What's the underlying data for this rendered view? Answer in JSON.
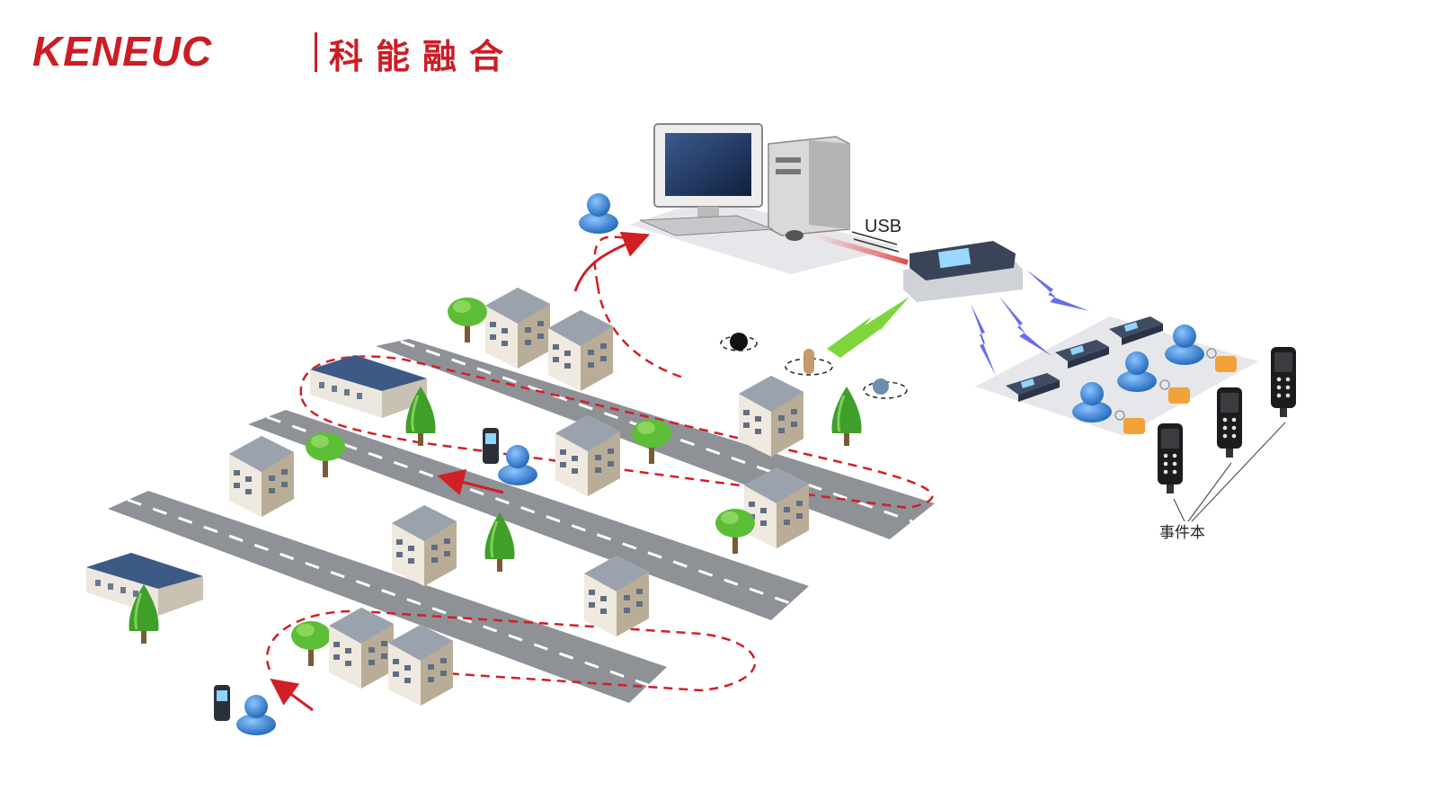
{
  "brand": {
    "name_en": "KENEUC",
    "name_cn": "科能融合",
    "color": "#cc1d24"
  },
  "labels": {
    "usb": "USB",
    "event_book": "事件本"
  },
  "colors": {
    "road": "#8e9196",
    "road_edge": "#6d7075",
    "patrol_route": "#d21f26",
    "wireless_green": "#7ed63b",
    "wireless_blue": "#6a6fe8",
    "tag_orange": "#f3a23a",
    "user_blue": "#2f7fd6",
    "tree_green": "#4fae2f",
    "platform": "#e6e7ea"
  },
  "icons": [
    "user-icon",
    "computer-icon",
    "patrol-reader-icon",
    "rfid-tag-icon",
    "tree-icon",
    "building-icon",
    "arrow-icon"
  ]
}
